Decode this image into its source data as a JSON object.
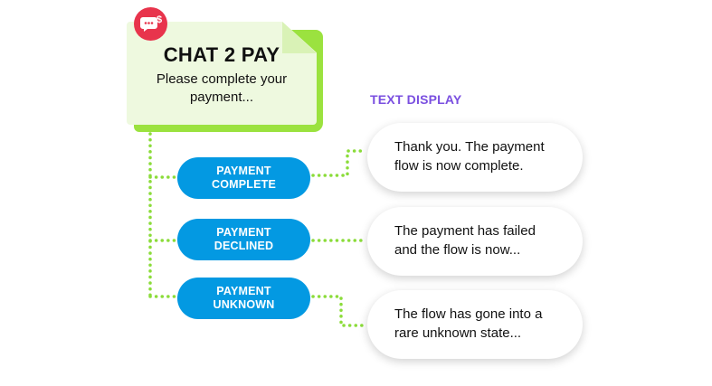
{
  "card": {
    "title": "CHAT 2 PAY",
    "subtitle_line1": "Please complete your",
    "subtitle_line2": "payment..."
  },
  "badge": {
    "icon": "chat-dollar-icon",
    "color": "#e8344c"
  },
  "section_label": "TEXT DISPLAY",
  "outcomes": [
    {
      "line1": "PAYMENT",
      "line2": "COMPLETE",
      "message_line1": "Thank you. The payment",
      "message_line2": "flow is now complete."
    },
    {
      "line1": "PAYMENT",
      "line2": "DECLINED",
      "message_line1": "The payment has failed",
      "message_line2": "and the flow is now..."
    },
    {
      "line1": "PAYMENT",
      "line2": "UNKNOWN",
      "message_line1": "The flow has gone into a",
      "message_line2": "rare unknown state..."
    }
  ],
  "colors": {
    "pill": "#0399e2",
    "connector": "#8bdc3a",
    "card_fill": "#eef9df",
    "card_shadow": "#9be23f",
    "label": "#7a4fe0"
  }
}
